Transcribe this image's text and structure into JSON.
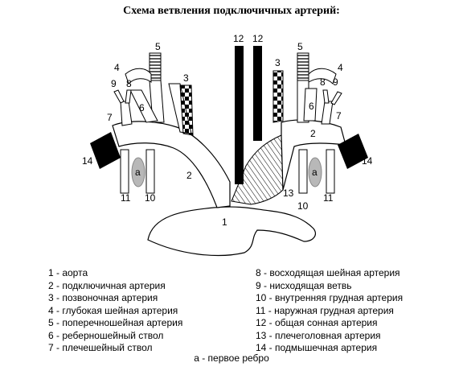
{
  "title": "Схема ветвления подключичных артерий:",
  "diagram_labels": {
    "n1": "1",
    "n2": "2",
    "n3": "3",
    "n4": "4",
    "n5": "5",
    "n6": "6",
    "n7": "7",
    "n8": "8",
    "n9": "9",
    "n10": "10",
    "n11": "11",
    "n12": "12",
    "n13": "13",
    "n14": "14",
    "rib": "а"
  },
  "legend_left": [
    "1 - аорта",
    "2 - подключичная артерия",
    "3 - позвоночная артерия",
    "4 - глубокая шейная артерия",
    "5 - поперечношейная артерия",
    "6 - реберношейный ствол",
    "7 - плечешейный ствол"
  ],
  "legend_right": [
    "8 - восходящая шейная артерия",
    "9 - нисходящая ветвь",
    "10 - внутренняя грудная артерия",
    "11 - наружная грудная артерия",
    "12 - общая сонная артерия",
    "13 - плечеголовная артерия",
    "14 - подмышечная артерия"
  ],
  "footnote": "а - первое ребро"
}
